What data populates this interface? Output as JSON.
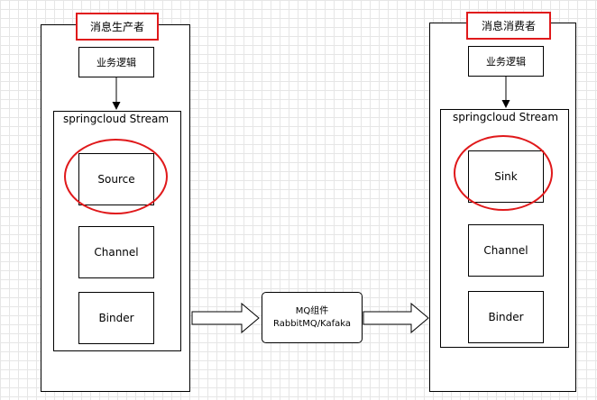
{
  "producer": {
    "title": "消息生产者",
    "business_logic": "业务逻辑",
    "stream_title": "springcloud Stream",
    "components": [
      "Source",
      "Channel",
      "Binder"
    ]
  },
  "consumer": {
    "title": "消息消费者",
    "business_logic": "业务逻辑",
    "stream_title": "springcloud Stream",
    "components": [
      "Sink",
      "Channel",
      "Binder"
    ]
  },
  "mq": {
    "line1": "MQ组件",
    "line2": "RabbitMQ/Kafaka"
  },
  "colors": {
    "highlight": "#e0191b",
    "stroke": "#000000",
    "grid": "#e6e6e6"
  }
}
